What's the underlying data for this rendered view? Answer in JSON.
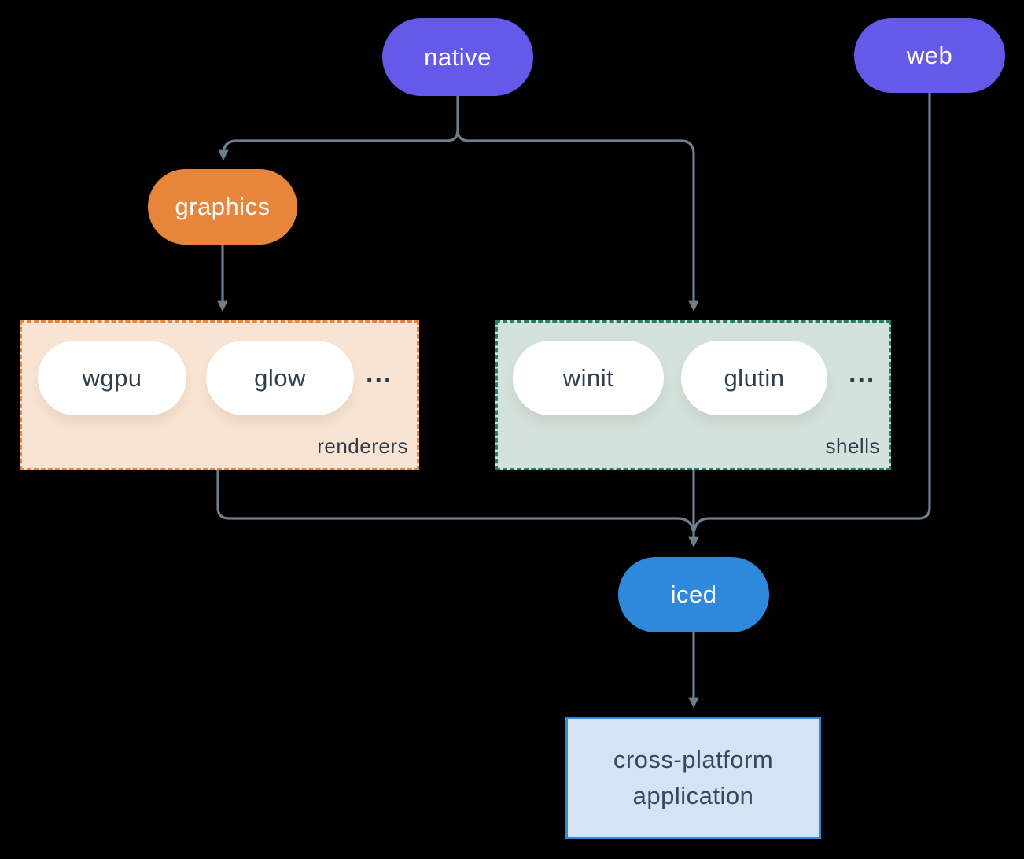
{
  "diagram": {
    "nodes": {
      "native": {
        "label": "native"
      },
      "web": {
        "label": "web"
      },
      "graphics": {
        "label": "graphics"
      },
      "iced": {
        "label": "iced"
      },
      "application": {
        "line1": "cross-platform",
        "line2": "application"
      }
    },
    "groups": {
      "renderers": {
        "label": "renderers",
        "items": [
          "wgpu",
          "glow"
        ],
        "ellipsis": "..."
      },
      "shells": {
        "label": "shells",
        "items": [
          "winit",
          "glutin"
        ],
        "ellipsis": "..."
      }
    },
    "colors": {
      "background": "#000000",
      "edge": "#6F7E8D",
      "platform_pill": "#6459E8",
      "graphics_pill": "#E7853C",
      "iced_pill": "#2E89DC",
      "item_pill_bg": "#FFFFFF",
      "renderers_bg": "#F9E4D3",
      "renderers_border": "#E7853C",
      "shells_bg": "#D3E2DC",
      "shells_border": "#2C7A67",
      "dark_text": "#2F3E4D",
      "application_bg": "#D4E4F5",
      "application_border": "#3388DD"
    }
  }
}
